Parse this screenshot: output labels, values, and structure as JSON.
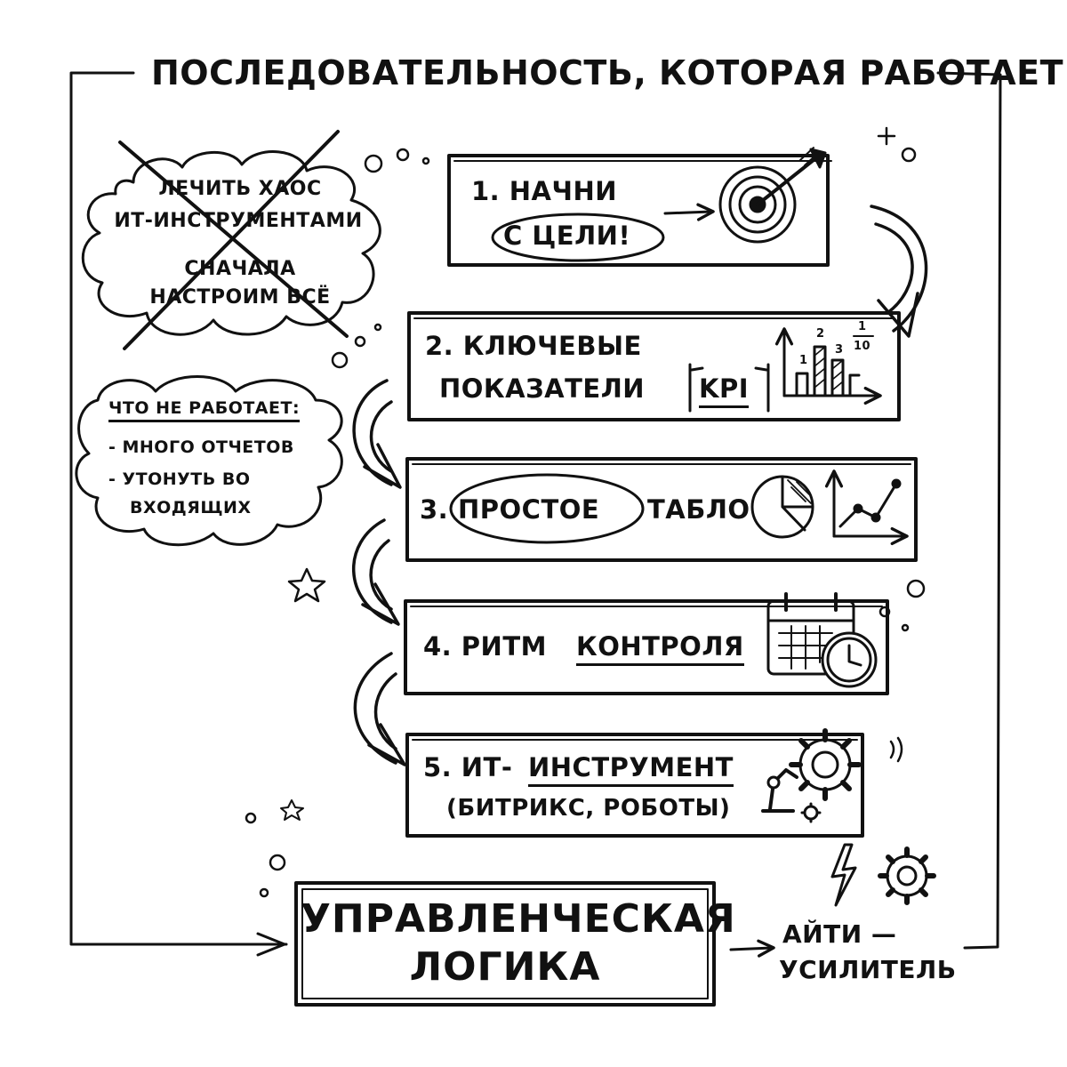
{
  "title": "ПОСЛЕДОВАТЕЛЬНОСТЬ, КОТОРАЯ РАБОТАЕТ",
  "crossed_cloud": {
    "line1": "ЛЕЧИТЬ ХАОС",
    "line2": "ИТ-ИНСТРУМЕНТАМИ",
    "line3": "СНАЧАЛА",
    "line4": "НАСТРОИМ ВСЁ"
  },
  "not_working": {
    "heading": "ЧТО НЕ РАБОТАЕТ:",
    "item1": "- МНОГО ОТЧЕТОВ",
    "item2": "- УТОНУТЬ ВО",
    "item3": "ВХОДЯЩИХ"
  },
  "steps": {
    "s1": {
      "line1": "1. НАЧНИ",
      "line2": "С ЦЕЛИ!"
    },
    "s2": {
      "line1": "2. КЛЮЧЕВЫЕ",
      "line2": "ПОКАЗАТЕЛИ",
      "kpi": "KPI"
    },
    "s3": {
      "number": "3.",
      "highlight": "ПРОСТОЕ",
      "rest": "ТАБЛО"
    },
    "s4": {
      "prefix": "4. РИТМ",
      "underlined": "КОНТРОЛЯ"
    },
    "s5": {
      "prefix": "5. ИТ-",
      "underlined": "ИНСТРУМЕНТ",
      "line2": "(БИТРИКС, РОБОТЫ)"
    }
  },
  "kpi_chart_labels": [
    "1",
    "2",
    "3",
    "1",
    "10"
  ],
  "final": {
    "line1": "УПРАВЛЕНЧЕСКАЯ",
    "line2": "ЛОГИКА"
  },
  "amplifier": {
    "line1": "АЙТИ —",
    "line2": "УСИЛИТЕЛЬ"
  }
}
